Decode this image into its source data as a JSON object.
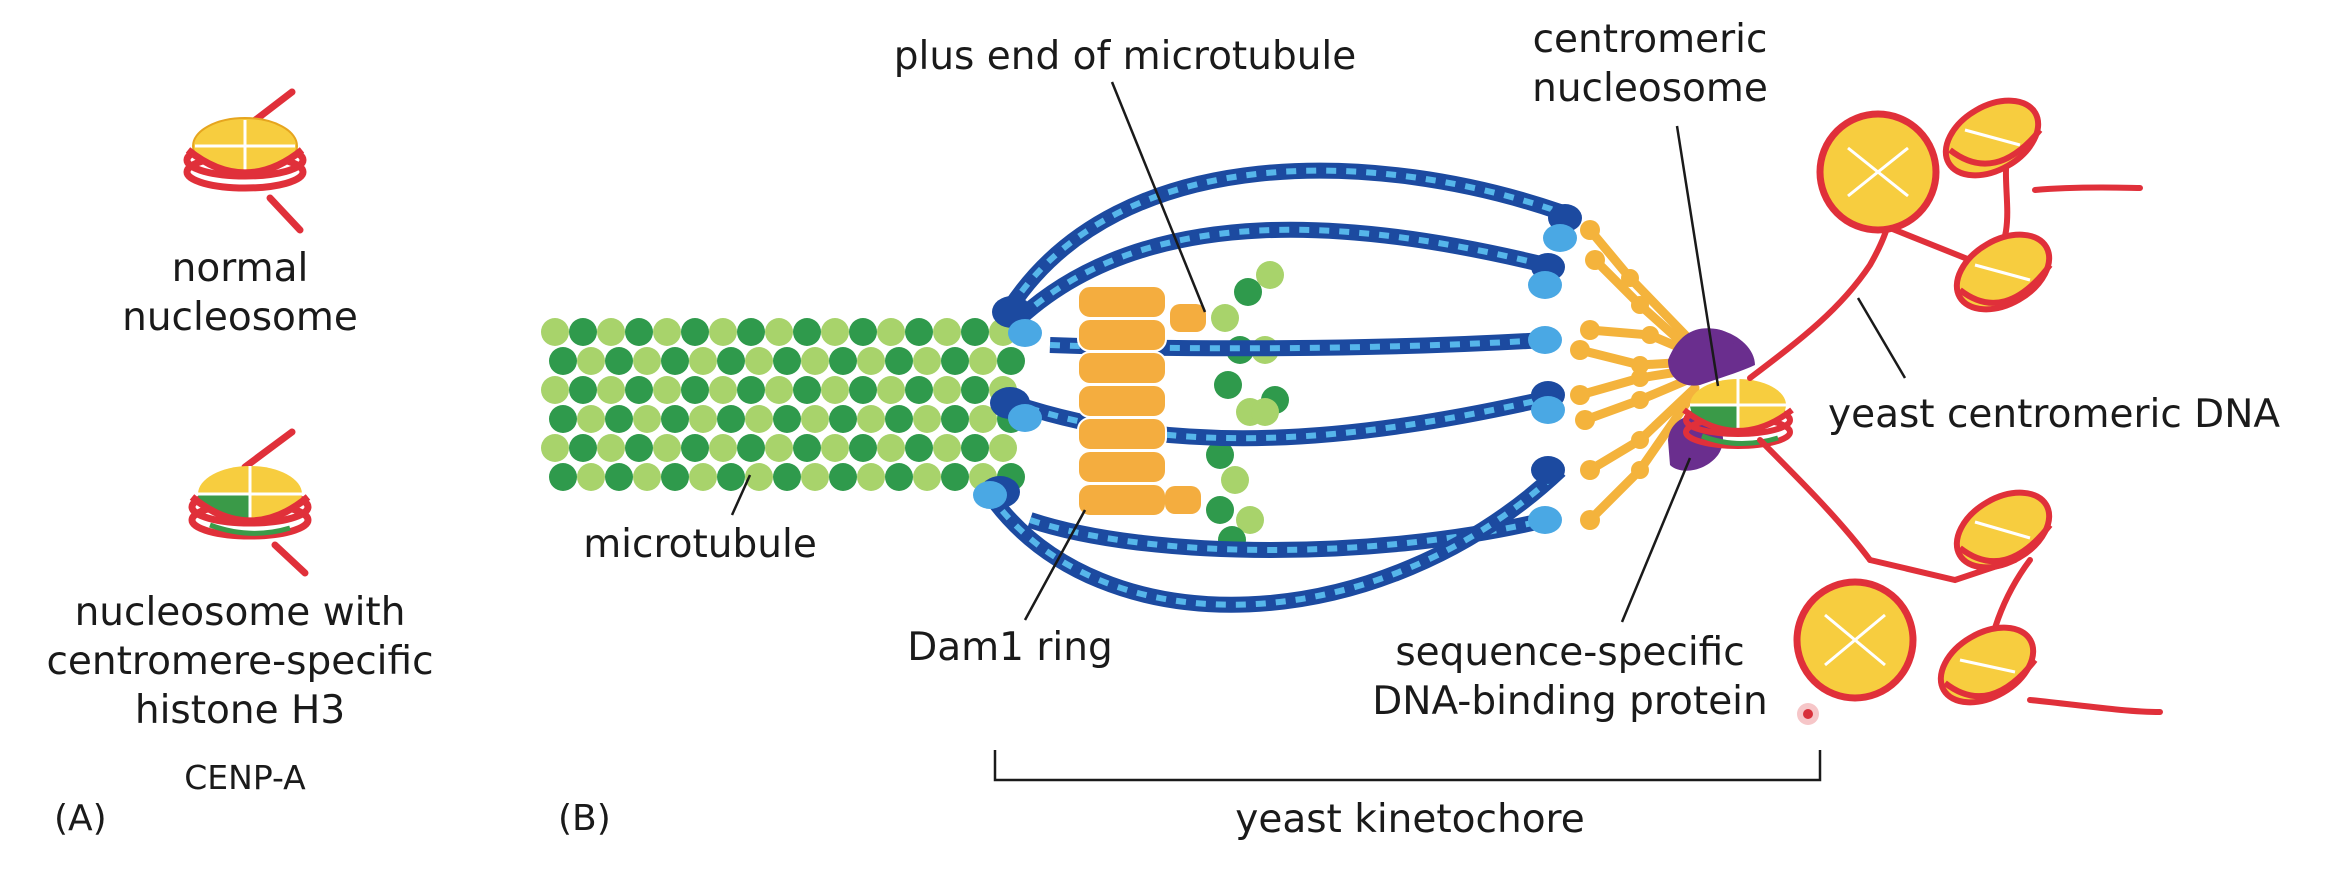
{
  "panels": {
    "a": "(A)",
    "b": "(B)"
  },
  "labels": {
    "normal_line1": "normal",
    "normal_line2": "nucleosome",
    "centromeric_line1": "nucleosome with",
    "centromeric_line2": "centromere-specific",
    "centromeric_line3": "histone H3",
    "cenp_a": "CENP-A",
    "plus_end": "plus end of microtubule",
    "centromeric_nuc_line1": "centromeric",
    "centromeric_nuc_line2": "nucleosome",
    "yeast_dna": "yeast centromeric DNA",
    "microtubule": "microtubule",
    "dam1": "Dam1 ring",
    "seq_line1": "sequence-specific",
    "seq_line2": "DNA-binding protein",
    "kinetochore": "yeast kinetochore"
  },
  "colors": {
    "dna_red": "#e0303a",
    "histone_yellow": "#f7cd3f",
    "cenp_green": "#3a9a48",
    "tubulin_dark": "#2f9a4c",
    "tubulin_light": "#a8d36b",
    "dam1_orange": "#f4ad3f",
    "ndc80_dark_blue": "#1c4aa0",
    "ndc80_light_blue": "#4aa8e4",
    "protein_purple": "#6a2e8e",
    "linker_orange": "#f4b33c"
  }
}
